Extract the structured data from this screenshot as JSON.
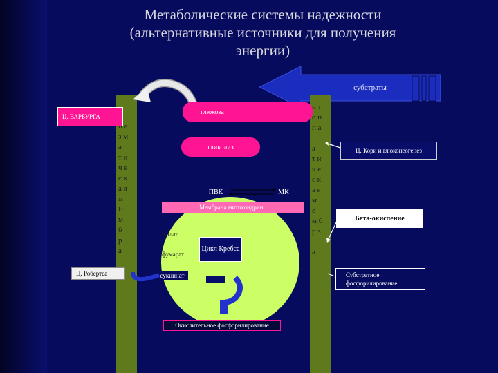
{
  "title": {
    "line1": "Метаболические системы надежности",
    "line2": "(альтернативные источники для получения",
    "line3": "энергии)"
  },
  "substrates_label": "субстраты",
  "warburg_label": "Ц. ВАРБУРГА",
  "glucose_label": "глюкоза",
  "glycolysis_label": "гликолиз",
  "pvk_label": "ПВК",
  "mk_label": "МК",
  "mito_membrane_label": "Мембрана митохондрии",
  "malate_label": "малат",
  "fumarate_label": "фумарат",
  "succinate_label": "сукцинат",
  "krebs_label": "Цикл Кребса",
  "oxphos_label": "Окислительное фосфорилирование",
  "roberts_label": "Ц. Робертса",
  "cori_label": "Ц. Кори и глюконеогенез",
  "beta_ox_label": "Бета-окисление",
  "substrate_phos_label": "Субстратное фосфорилирование",
  "left_membrane_text": "п а\nз м\nа\nт и\nч е\nс к\nа я\nм\nЕ\nм\nб\nр\nа",
  "right_membrane_text": "н т\nо п\nп а\n\nа\nт и\nч е\nс к\nа я\nм\nе\nм б\nр з\n\nа",
  "colors": {
    "background": "#070b5e",
    "membrane": "#5f7a1d",
    "mito_oval": "#ccff66",
    "pink": "#ff1493",
    "arrow_blue": "#1b2dbf"
  }
}
